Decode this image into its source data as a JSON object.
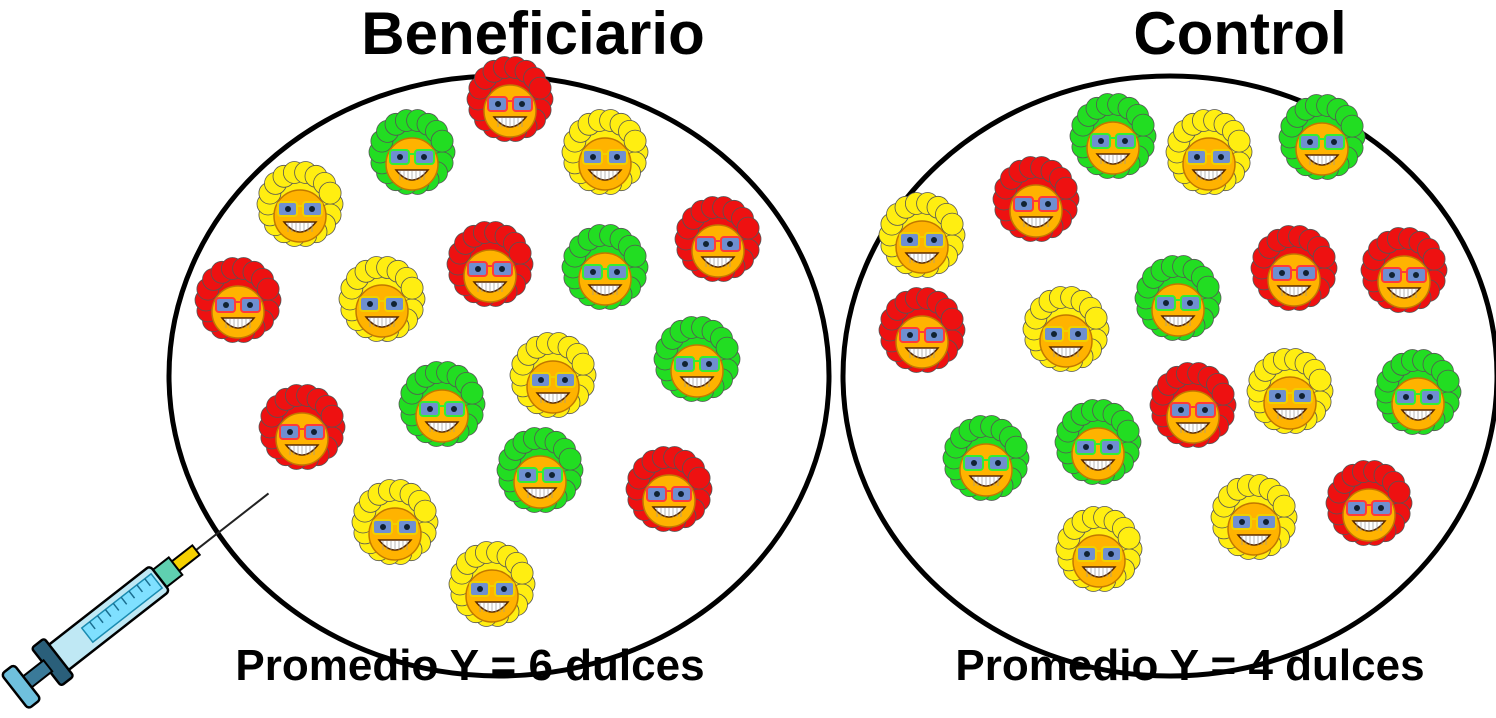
{
  "groups": {
    "treatment": {
      "title": "Beneficiario",
      "caption": "Promedio Y = 6 dulces",
      "people": [
        {
          "hair": "red"
        },
        {
          "hair": "green"
        },
        {
          "hair": "yellow"
        },
        {
          "hair": "yellow"
        },
        {
          "hair": "red"
        },
        {
          "hair": "green"
        },
        {
          "hair": "red"
        },
        {
          "hair": "red"
        },
        {
          "hair": "yellow"
        },
        {
          "hair": "yellow"
        },
        {
          "hair": "green"
        },
        {
          "hair": "red"
        },
        {
          "hair": "green"
        },
        {
          "hair": "green"
        },
        {
          "hair": "red"
        },
        {
          "hair": "yellow"
        },
        {
          "hair": "yellow"
        }
      ]
    },
    "control": {
      "title": "Control",
      "caption": "Promedio Y = 4 dulces",
      "people": [
        {
          "hair": "green"
        },
        {
          "hair": "yellow"
        },
        {
          "hair": "green"
        },
        {
          "hair": "red"
        },
        {
          "hair": "yellow"
        },
        {
          "hair": "red"
        },
        {
          "hair": "red"
        },
        {
          "hair": "red"
        },
        {
          "hair": "green"
        },
        {
          "hair": "yellow"
        },
        {
          "hair": "yellow"
        },
        {
          "hair": "green"
        },
        {
          "hair": "green"
        },
        {
          "hair": "red"
        },
        {
          "hair": "green"
        },
        {
          "hair": "red"
        },
        {
          "hair": "yellow"
        },
        {
          "hair": "yellow"
        }
      ]
    }
  },
  "colors": {
    "red": "#ee1111",
    "green": "#22dd22",
    "yellow": "#ffee11",
    "face": "#ffb300",
    "glasses": "#6f8fd0",
    "outline": "#000000"
  },
  "icons": {
    "syringe": "syringe-icon"
  }
}
